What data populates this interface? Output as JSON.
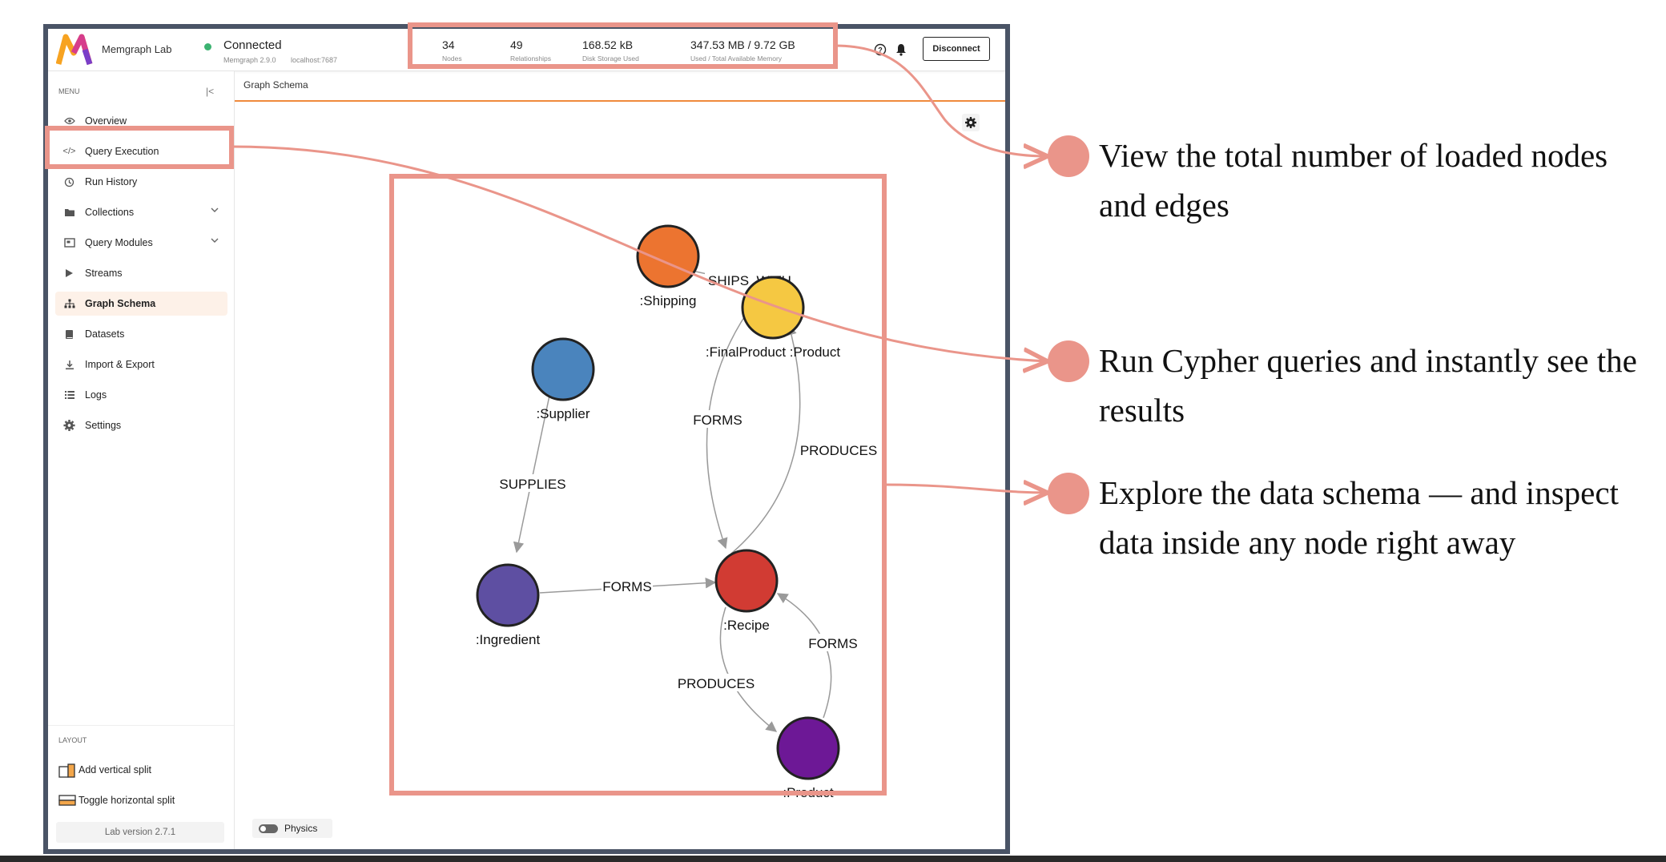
{
  "header": {
    "app_name": "Memgraph Lab",
    "connection_status": "Connected",
    "connection_version": "Memgraph 2.9.0",
    "connection_host": "localhost:7687",
    "stats": [
      {
        "value": "34",
        "label": "Nodes"
      },
      {
        "value": "49",
        "label": "Relationships"
      },
      {
        "value": "168.52 kB",
        "label": "Disk Storage Used"
      },
      {
        "value": "347.53 MB / 9.72 GB",
        "label": "Used / Total Available Memory"
      }
    ],
    "disconnect_label": "Disconnect"
  },
  "sidebar": {
    "menu_label": "MENU",
    "items": [
      {
        "label": "Overview",
        "icon": "eye-icon"
      },
      {
        "label": "Query Execution",
        "icon": "code-icon"
      },
      {
        "label": "Run History",
        "icon": "history-icon"
      },
      {
        "label": "Collections",
        "icon": "folder-icon"
      },
      {
        "label": "Query Modules",
        "icon": "module-icon"
      },
      {
        "label": "Streams",
        "icon": "play-icon"
      },
      {
        "label": "Graph Schema",
        "icon": "schema-icon"
      },
      {
        "label": "Datasets",
        "icon": "book-icon"
      },
      {
        "label": "Import & Export",
        "icon": "download-icon"
      },
      {
        "label": "Logs",
        "icon": "list-icon"
      },
      {
        "label": "Settings",
        "icon": "gear-icon"
      }
    ],
    "layout_label": "LAYOUT",
    "layout_items": [
      {
        "label": "Add vertical split"
      },
      {
        "label": "Toggle horizontal split"
      }
    ],
    "version": "Lab version 2.7.1"
  },
  "main": {
    "tab_title": "Graph Schema",
    "physics_label": "Physics"
  },
  "graph": {
    "nodes": [
      {
        "label": ":Shipping",
        "color": "#ec7430"
      },
      {
        "label": ":FinalProduct :Product",
        "color": "#f5c842"
      },
      {
        "label": ":Supplier",
        "color": "#4a84bd"
      },
      {
        "label": ":Ingredient",
        "color": "#5e4fa2"
      },
      {
        "label": ":Recipe",
        "color": "#d13b33"
      },
      {
        "label": ":Product",
        "color": "#6d1896"
      }
    ],
    "edges": [
      {
        "label": "SHIPS_WITH"
      },
      {
        "label": "FORMS"
      },
      {
        "label": "PRODUCES"
      },
      {
        "label": "SUPPLIES"
      },
      {
        "label": "FORMS"
      },
      {
        "label": "PRODUCES"
      },
      {
        "label": "FORMS"
      }
    ]
  },
  "annotations": {
    "accent_color": "#ea958a",
    "items": [
      {
        "text": "View the total number of loaded nodes and edges"
      },
      {
        "text": "Run Cypher queries and instantly see the results"
      },
      {
        "text": "Explore the data schema — and inspect data inside any node right away"
      }
    ]
  }
}
